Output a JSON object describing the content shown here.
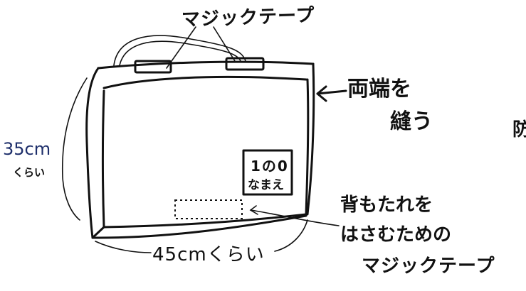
{
  "labels": {
    "top_velcro": "マジックテープ",
    "sew_line1": "両端を",
    "sew_line2": "縫う",
    "height_value": "35cm",
    "height_approx": "くらい",
    "width": "45cmくらい",
    "back_velcro_line1": "背もたれを",
    "back_velcro_line2": "はさむための",
    "back_velcro_line3": "マジックテープ",
    "cut_off_char": "防"
  },
  "name_tag": {
    "line1": "1の0",
    "line2": "なまえ"
  },
  "colors": {
    "ink": "#111111",
    "dimension_ink": "#1e2f6b",
    "paper": "#ffffff"
  }
}
